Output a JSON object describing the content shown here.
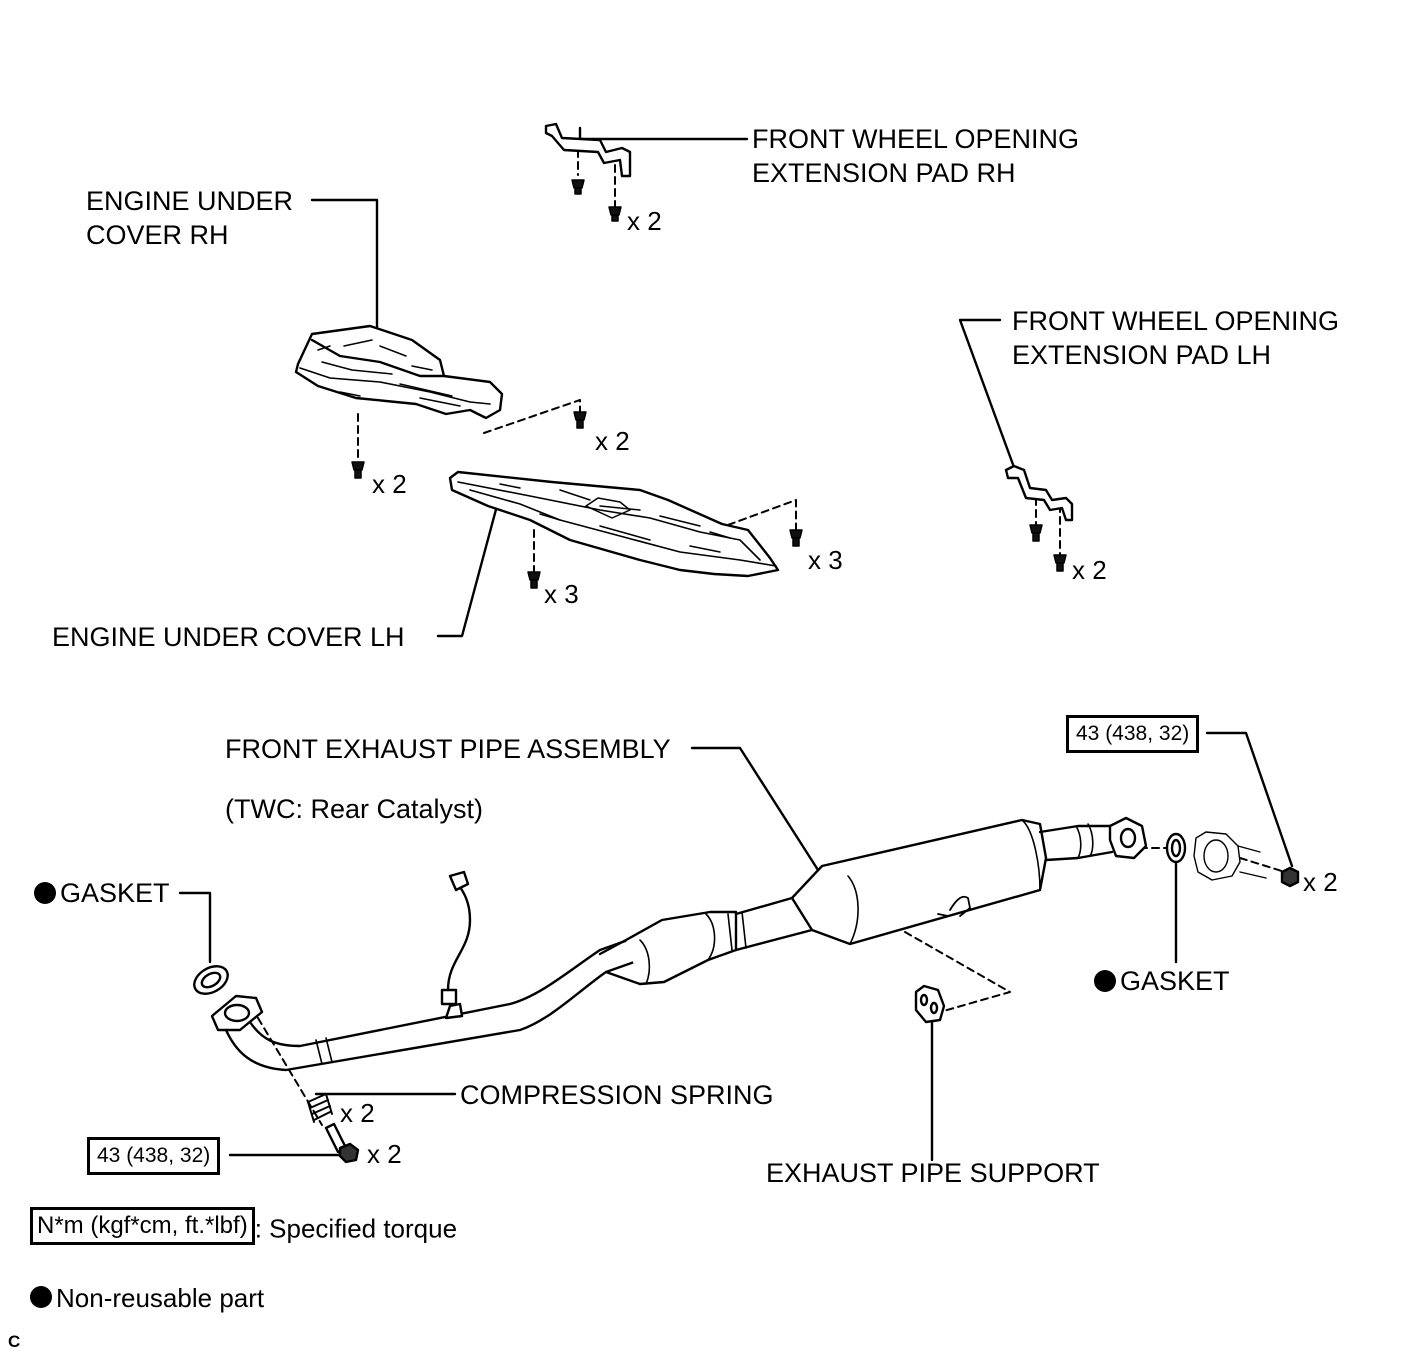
{
  "labels": {
    "front_wheel_pad_rh": [
      "FRONT WHEEL OPENING",
      "EXTENSION PAD RH"
    ],
    "engine_under_cover_rh": [
      "ENGINE UNDER",
      "COVER RH"
    ],
    "front_wheel_pad_lh": [
      "FRONT WHEEL OPENING",
      "EXTENSION PAD LH"
    ],
    "engine_under_cover_lh": "ENGINE UNDER COVER LH",
    "front_exhaust_pipe": "FRONT EXHAUST PIPE ASSEMBLY",
    "twc_note": "(TWC: Rear Catalyst)",
    "gasket_front": "GASKET",
    "gasket_rear": "GASKET",
    "compression_spring": "COMPRESSION SPRING",
    "exhaust_pipe_support": "EXHAUST PIPE SUPPORT"
  },
  "quantities": {
    "pad_rh_screws": "x 2",
    "cover_rh_right_screws": "x 2",
    "cover_rh_left_screws": "x 2",
    "cover_lh_right_screws": "x 3",
    "cover_lh_left_screws": "x 3",
    "pad_lh_screws": "x 2",
    "rear_nuts": "x 2",
    "springs": "x 2",
    "front_bolts": "x 2"
  },
  "torque": {
    "rear_nuts": "43 (438, 32)",
    "front_bolts": "43 (438, 32)"
  },
  "legend": {
    "torque_unit": "N*m (kgf*cm, ft.*lbf)",
    "torque_desc": ": Specified torque",
    "non_reusable": "Non-reusable part"
  },
  "corner_mark": "C"
}
